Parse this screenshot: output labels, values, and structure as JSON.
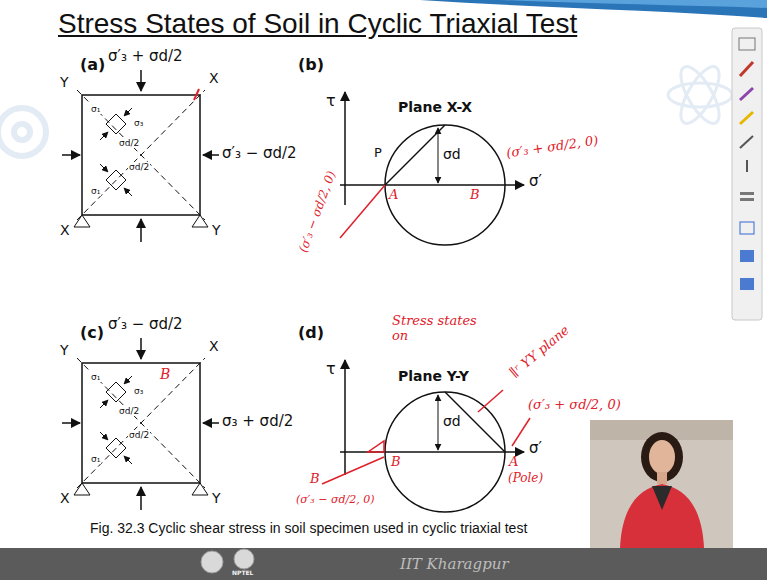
{
  "diagram": {
    "title": "Stress States of Soil in Cyclic Triaxial Test",
    "caption": "Fig. 32.3 Cyclic shear stress in soil specimen used in cyclic triaxial test",
    "labels": [
      "(a)",
      "σ′₃ + σd/2",
      "σ′₃ − σd/2",
      "Y",
      "X",
      "X",
      "Y",
      "σ₁",
      "σ₃",
      "σd/2",
      "σ₁",
      "σd/2",
      "(b)",
      "τ",
      "Plane X-X",
      "σd",
      "σ′",
      "P",
      "A",
      "B",
      "(σ′₃ + σd/2, 0)",
      "(σ′₃ − σd/2, 0)",
      "(c)",
      "σ′₃ − σd/2",
      "σ₃ + σd/2",
      "Y",
      "X",
      "X",
      "Y",
      "B",
      "σ₁",
      "σ₃",
      "σd/2",
      "σ₁",
      "σd/2",
      "(d)",
      "τ",
      "Plane Y-Y",
      "σd",
      "σ′",
      "Stress states on",
      "∥ʳ YY plane",
      "(σ′₃ + σd/2, 0)",
      "A",
      "(Pole)",
      "B",
      "B",
      "(σ′₃ − σd/2, 0)",
      "NPTEL",
      "IIT Kharagpur"
    ]
  }
}
